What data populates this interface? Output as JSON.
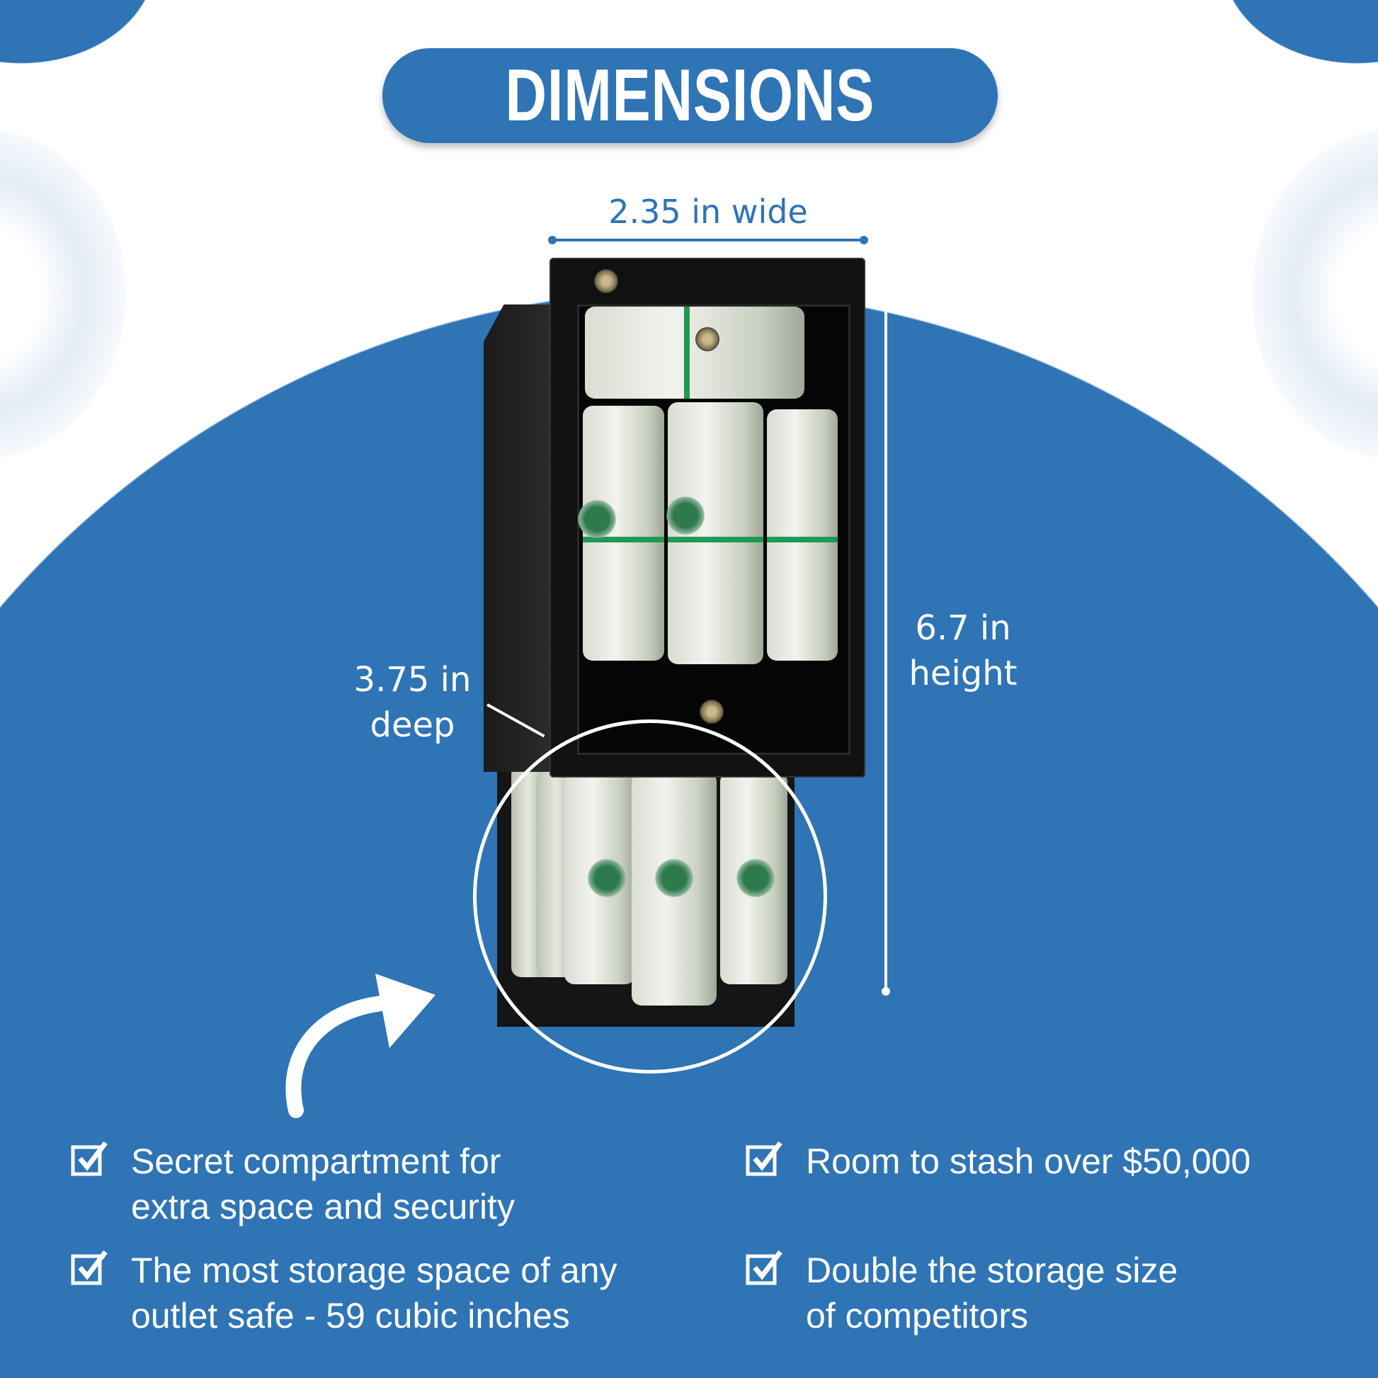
{
  "title": "DIMENSIONS",
  "dimensions": {
    "width_label": "2.35 in wide",
    "height_label_line1": "6.7 in",
    "height_label_line2": "height",
    "depth_label_line1": "3.75 in",
    "depth_label_line2": "deep"
  },
  "features": [
    {
      "line1": "Secret compartment for",
      "line2": "extra space and security"
    },
    {
      "line1": "The most storage space of any",
      "line2": "outlet safe - 59 cubic inches"
    },
    {
      "line1": "Room to stash over $50,000",
      "line2": ""
    },
    {
      "line1": "Double the storage size",
      "line2": "of competitors"
    }
  ],
  "colors": {
    "brand_blue": "#2f74b5",
    "white": "#ffffff"
  }
}
